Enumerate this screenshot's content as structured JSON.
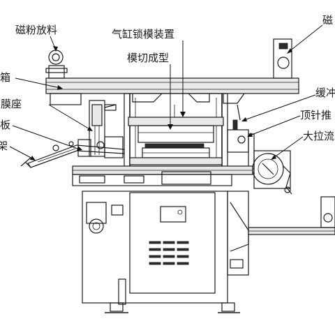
{
  "labels": {
    "magnetic_powder_unwind_left": "磁粉放料",
    "magnetic_powder_unwind_right": "磁",
    "cylinder_lock_mold": "气缸锁模装置",
    "die_cut_forming": "模切成型",
    "electrical_box": "电箱",
    "film_cover_seat": "覆膜座",
    "plate": "板",
    "frame": "架",
    "buffer": "缓冲",
    "ejector_pin": "顶针推",
    "big_pull": "大拉流"
  }
}
